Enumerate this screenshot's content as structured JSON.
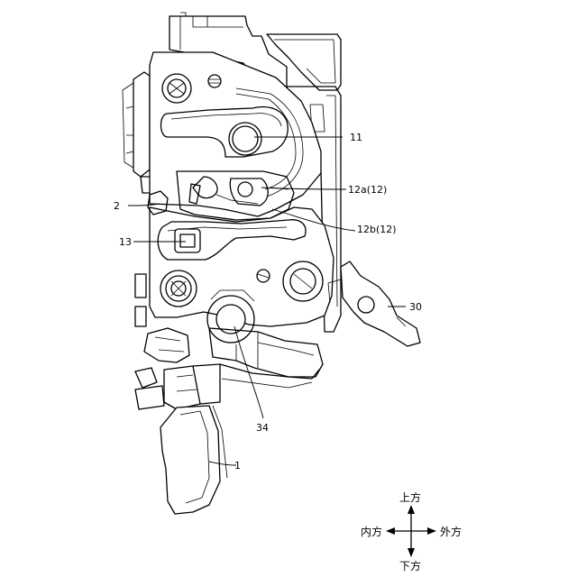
{
  "labels": {
    "l11": "11",
    "l12a": "12a(12)",
    "l2": "2",
    "l12b": "12b(12)",
    "l13": "13",
    "l30": "30",
    "l34": "34",
    "l1": "1"
  },
  "directions": {
    "up": "上方",
    "down": "下方",
    "inner": "内方",
    "outer": "外方"
  }
}
